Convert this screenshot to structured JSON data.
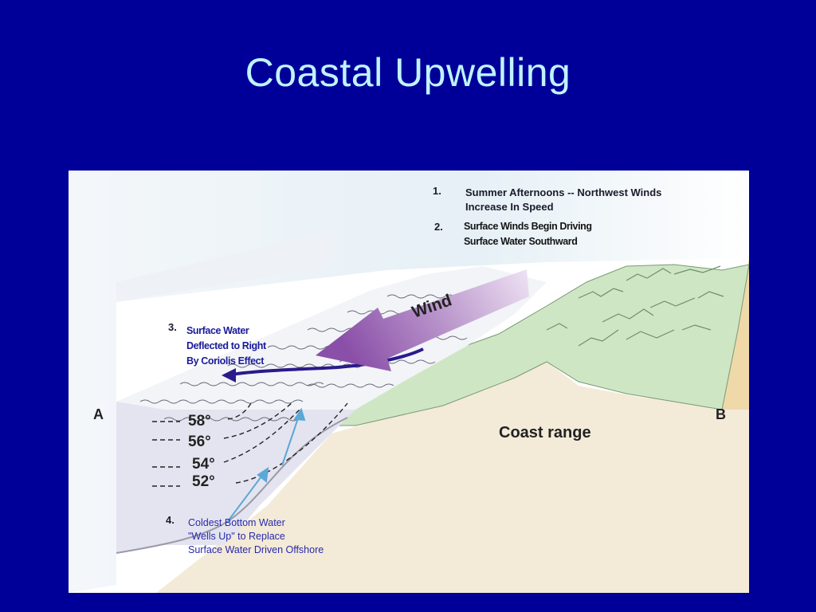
{
  "slide": {
    "title": "Coastal Upwelling"
  },
  "diagram": {
    "steps": [
      {
        "number": "1.",
        "lines": [
          "Summer Afternoons --  Northwest Winds",
          "Increase In Speed"
        ]
      },
      {
        "number": "2.",
        "lines": [
          "Surface Winds Begin Driving",
          "Surface Water Southward"
        ]
      },
      {
        "number": "3.",
        "lines": [
          "Surface Water",
          "Deflected to Right",
          "By Coriolis Effect"
        ]
      },
      {
        "number": "4.",
        "lines": [
          "Coldest Bottom Water",
          "\"Wells Up\" to Replace",
          "Surface Water Driven Offshore"
        ]
      }
    ],
    "wind_label": "Wind",
    "coast_range_label": "Coast range",
    "edge_labels": {
      "left": "A",
      "right": "B"
    },
    "temperatures": [
      "58°",
      "56°",
      "54°",
      "52°"
    ],
    "colors": {
      "background": "#000099",
      "title": "#bff3ff",
      "wind_arrow": "#a070b8",
      "current_arrow": "#2a1a8a",
      "upwelling_arrow": "#5aa8d6",
      "ocean": "#e4e4f0",
      "land": "#f3ead8",
      "hills": "#cfe6c4"
    }
  }
}
